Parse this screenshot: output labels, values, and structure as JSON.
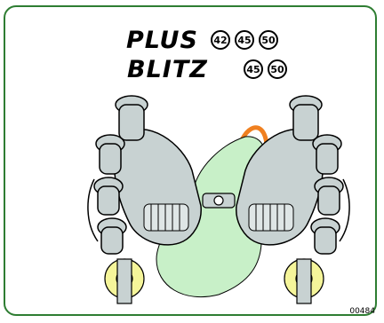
{
  "models": [
    {
      "name": "PLUS",
      "sizes": [
        "42",
        "45",
        "50"
      ]
    },
    {
      "name": "BLITZ",
      "sizes": [
        "45",
        "50"
      ]
    }
  ],
  "drawing_code": "00484",
  "colors": {
    "frame": "#2e7d32",
    "liner": "#c8f0c8",
    "tube": "#f08020",
    "pulsator_ring": "#f5f59a",
    "metal": "#c8d2d2"
  }
}
